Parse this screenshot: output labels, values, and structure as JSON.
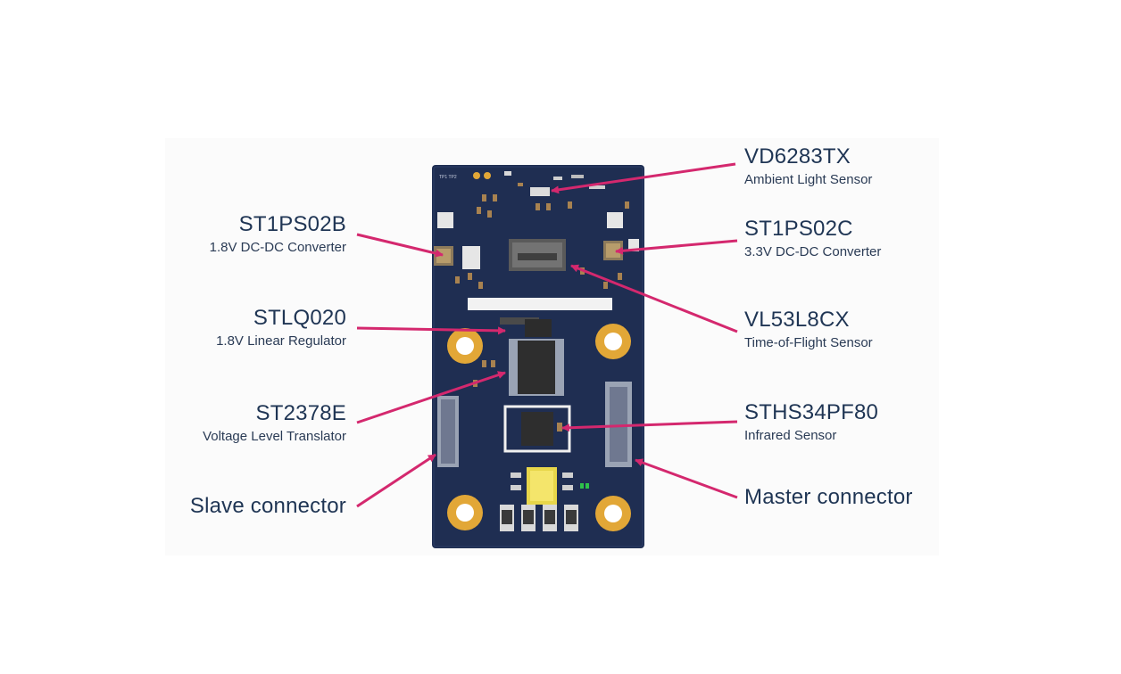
{
  "callouts_left": [
    {
      "id": "st1ps02b",
      "part": "ST1PS02B",
      "desc": "1.8V DC-DC Converter"
    },
    {
      "id": "stlq020",
      "part": "STLQ020",
      "desc": "1.8V Linear Regulator"
    },
    {
      "id": "st2378e",
      "part": "ST2378E",
      "desc": "Voltage Level Translator"
    },
    {
      "id": "slave",
      "part": "Slave connector",
      "desc": ""
    }
  ],
  "callouts_right": [
    {
      "id": "vd6283tx",
      "part": "VD6283TX",
      "desc": "Ambient Light Sensor"
    },
    {
      "id": "st1ps02c",
      "part": "ST1PS02C",
      "desc": "3.3V DC-DC Converter"
    },
    {
      "id": "vl53l8cx",
      "part": "VL53L8CX",
      "desc": "Time-of-Flight Sensor"
    },
    {
      "id": "sths34pf80",
      "part": "STHS34PF80",
      "desc": "Infrared Sensor"
    },
    {
      "id": "master",
      "part": "Master connector",
      "desc": ""
    }
  ],
  "colors": {
    "board": "#1f2e52",
    "pad": "#e2a737",
    "arrow": "#d4286e",
    "text": "#1f3554"
  }
}
